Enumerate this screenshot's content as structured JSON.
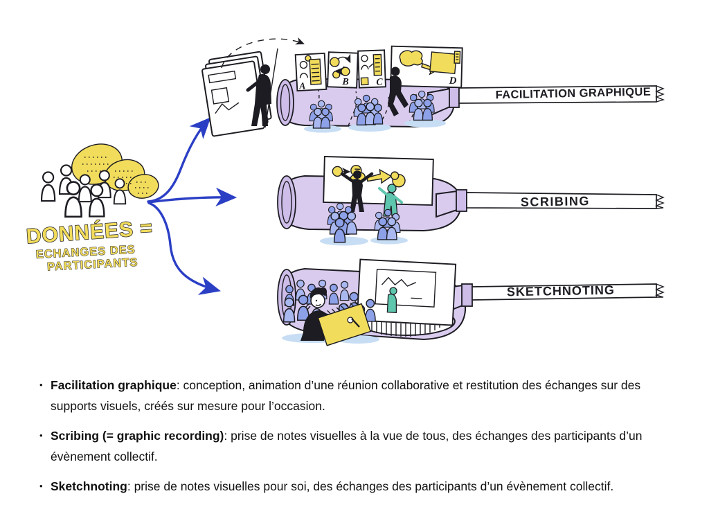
{
  "colors": {
    "ink": "#1c1c22",
    "capsule": "#d9cbee",
    "capsule_shade": "#cdbde8",
    "people_blue": "#8da1e8",
    "people_blue_light": "#aab8f0",
    "crowd_shadow": "#c7ddf4",
    "yellow": "#f2dc5c",
    "teal": "#5fc6ae",
    "arrow_blue": "#2b3fc5"
  },
  "source": {
    "title": "DONNÉES =",
    "subtitle_line1": "ECHANGES DES",
    "subtitle_line2": "PARTICIPANTS"
  },
  "branches": [
    {
      "label": "FACILITATION GRAPHIQUE",
      "panel_labels": [
        "A",
        "B",
        "C",
        "D"
      ]
    },
    {
      "label": "SCRIBING"
    },
    {
      "label": "SKETCHNOTING"
    }
  ],
  "bullets": [
    {
      "glyph": "•",
      "bold": "Facilitation graphique",
      "rest": ": conception, animation d’une réunion collaborative et restitution des échanges sur des supports visuels, créés sur mesure pour l’occasion."
    },
    {
      "glyph": "•",
      "bold": "Scribing (= graphic recording)",
      "rest": ": prise de notes visuelles à la vue de tous, des échanges des participants d’un évènement collectif."
    },
    {
      "glyph": "•",
      "bold": "Sketchnoting",
      "rest": ": prise de notes visuelles pour soi, des échanges des participants d’un évènement collectif."
    }
  ]
}
